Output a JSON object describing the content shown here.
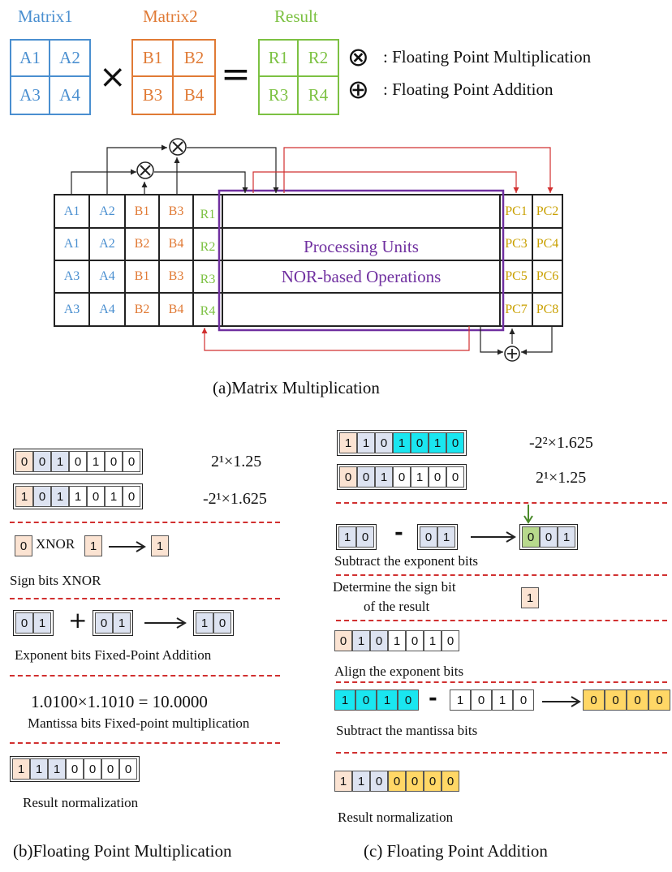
{
  "matrices": {
    "m1": {
      "label": "Matrix1",
      "cells": [
        "A1",
        "A2",
        "A3",
        "A4"
      ]
    },
    "m2": {
      "label": "Matrix2",
      "cells": [
        "B1",
        "B2",
        "B3",
        "B4"
      ]
    },
    "res": {
      "label": "Result",
      "cells": [
        "R1",
        "R2",
        "R3",
        "R4"
      ]
    },
    "times_sym": "×",
    "equals_sym": "="
  },
  "legend": {
    "mult_sym": "⊗",
    "mult_text": ": Floating Point Multiplication",
    "add_sym": "⊕",
    "add_text": ": Floating Point Addition"
  },
  "grid": {
    "rows": [
      {
        "a": "A1",
        "b": "A2",
        "c": "B1",
        "d": "B3",
        "r": "R1",
        "p": "PC1",
        "q": "PC2"
      },
      {
        "a": "A1",
        "b": "A2",
        "c": "B2",
        "d": "B4",
        "r": "R2",
        "p": "PC3",
        "q": "PC4"
      },
      {
        "a": "A3",
        "b": "A4",
        "c": "B1",
        "d": "B3",
        "r": "R3",
        "p": "PC5",
        "q": "PC6"
      },
      {
        "a": "A3",
        "b": "A4",
        "c": "B2",
        "d": "B4",
        "r": "R4",
        "p": "PC7",
        "q": "PC8"
      }
    ],
    "pu_line1": "Processing Units",
    "pu_line2": "NOR-based Operations"
  },
  "captions": {
    "a": "(a)Matrix Multiplication",
    "b": "(b)Floating Point Multiplication",
    "c": "(c) Floating Point Addition"
  },
  "mult": {
    "num1": {
      "bits": [
        "0",
        "0",
        "1",
        "0",
        "1",
        "0",
        "0"
      ],
      "label": "2¹×1.25"
    },
    "num2": {
      "bits": [
        "1",
        "0",
        "1",
        "1",
        "0",
        "1",
        "0"
      ],
      "label": "-2¹×1.625"
    },
    "xnor": {
      "a": "0",
      "op": "XNOR",
      "b": "1",
      "r": "1",
      "caption": "Sign bits XNOR"
    },
    "exp": {
      "a": [
        "0",
        "1"
      ],
      "op": "+",
      "b": [
        "0",
        "1"
      ],
      "r": [
        "1",
        "0"
      ],
      "caption": "Exponent bits Fixed-Point Addition"
    },
    "mant": {
      "equation": "1.0100×1.1010 = 10.0000",
      "caption": "Mantissa bits Fixed-point multiplication"
    },
    "norm": {
      "bits": [
        "1",
        "1",
        "1",
        "0",
        "0",
        "0",
        "0"
      ],
      "caption": "Result normalization"
    }
  },
  "add": {
    "num1": {
      "bits": [
        "1",
        "1",
        "0",
        "1",
        "0",
        "1",
        "0"
      ],
      "label": "-2²×1.625"
    },
    "num2": {
      "bits": [
        "0",
        "0",
        "1",
        "0",
        "1",
        "0",
        "0"
      ],
      "label": "2¹×1.25"
    },
    "sub_exp": {
      "a": [
        "1",
        "0"
      ],
      "op": "-",
      "b": [
        "0",
        "1"
      ],
      "r": [
        "0",
        "0",
        "1"
      ],
      "caption": "Subtract the exponent bits"
    },
    "sign": {
      "caption1": "Determine the sign bit",
      "caption2": "of the result",
      "bit": "1"
    },
    "align": {
      "bits": [
        "0",
        "1",
        "0",
        "1",
        "0",
        "1",
        "0"
      ],
      "caption": "Align the exponent bits"
    },
    "sub_mant": {
      "a": [
        "1",
        "0",
        "1",
        "0"
      ],
      "op": "-",
      "b": [
        "1",
        "0",
        "1",
        "0"
      ],
      "r": [
        "0",
        "0",
        "0",
        "0"
      ],
      "caption": "Subtract the mantissa bits"
    },
    "norm": {
      "bits": [
        "1",
        "1",
        "0",
        "0",
        "0",
        "0",
        "0"
      ],
      "caption": "Result normalization"
    }
  }
}
